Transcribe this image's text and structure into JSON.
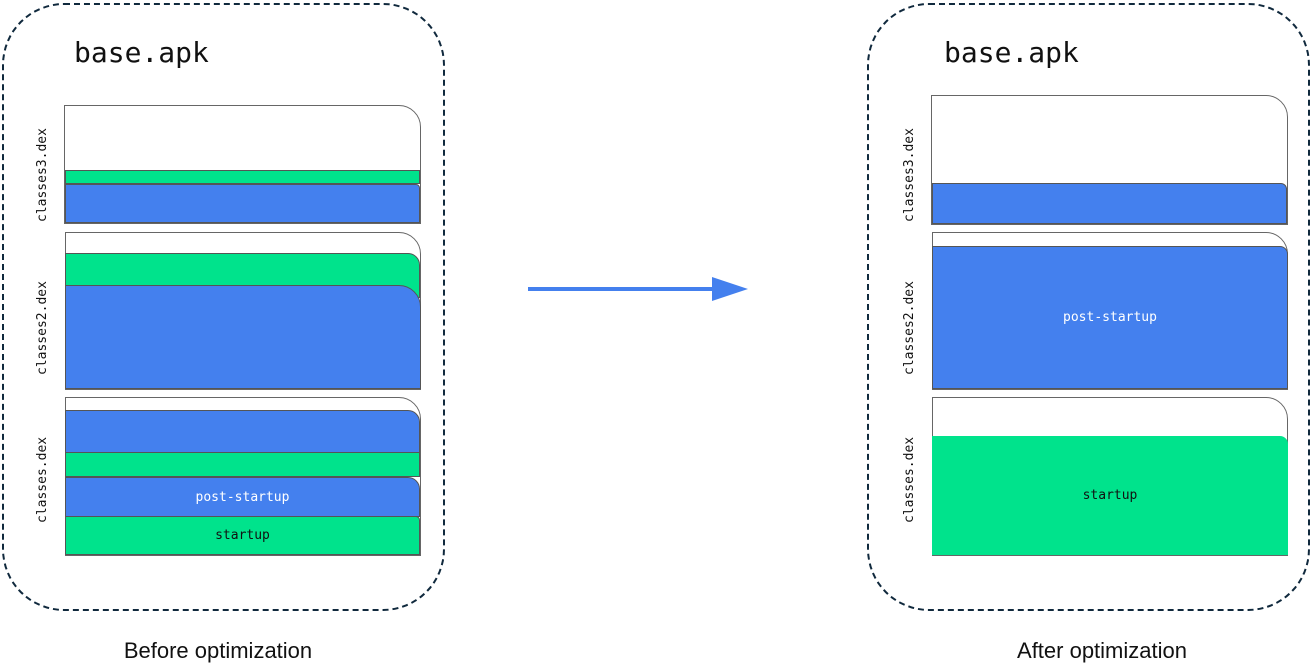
{
  "colors": {
    "post_startup": "#4480ee",
    "startup": "#00e38c",
    "border": "#10293d",
    "arrow": "#4480ee"
  },
  "before": {
    "title": "base.apk",
    "dex_labels": [
      "classes3.dex",
      "classes2.dex",
      "classes.dex"
    ],
    "post_startup_label": "post-startup",
    "startup_label": "startup",
    "caption": "Before optimization"
  },
  "after": {
    "title": "base.apk",
    "dex_labels": [
      "classes3.dex",
      "classes2.dex",
      "classes.dex"
    ],
    "post_startup_label": "post-startup",
    "startup_label": "startup",
    "caption": "After optimization"
  },
  "arrow_icon": "arrow-right-icon"
}
